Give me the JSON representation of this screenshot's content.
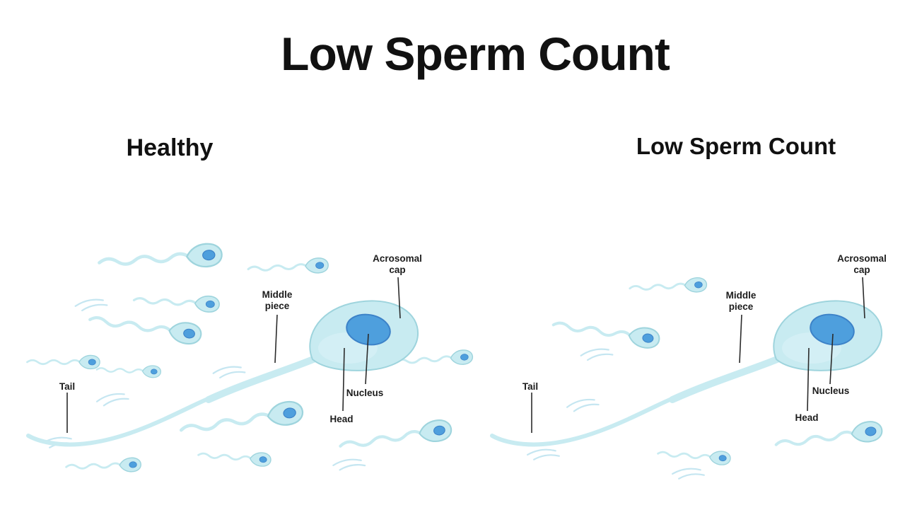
{
  "title": "Low Sperm Count",
  "panels": {
    "left": {
      "title": "Healthy"
    },
    "right": {
      "title": "Low Sperm Count"
    }
  },
  "labels": {
    "acrosomal_cap": "Acrosomal cap",
    "middle_piece": "Middle piece",
    "nucleus": "Nucleus",
    "head": "Head",
    "tail": "Tail"
  },
  "colors": {
    "background": "#ffffff",
    "sperm_body": "#c8ebf1",
    "sperm_outline": "#9ed4dd",
    "nucleus_fill": "#4e9fdd",
    "nucleus_outline": "#3c82c8",
    "motion_lines": "#bfe3ef",
    "label_text": "#1c1c1c",
    "pointer_line": "#2b2b2b",
    "title_color": "#111111"
  }
}
